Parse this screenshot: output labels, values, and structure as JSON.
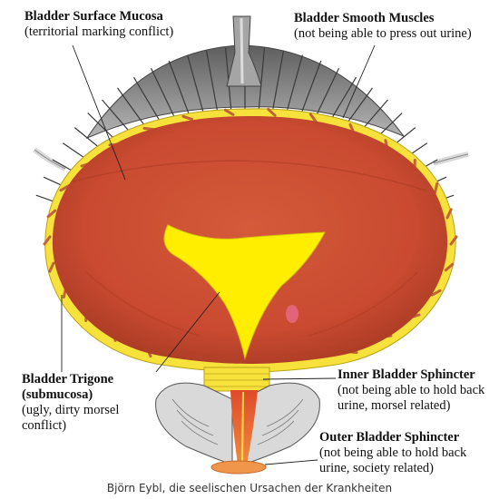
{
  "labels": {
    "surface_mucosa": {
      "title": "Bladder Surface Mucosa",
      "desc": "(territorial marking conflict)"
    },
    "smooth_muscles": {
      "title": "Bladder Smooth Muscles",
      "desc": "(not being able to press out urine)"
    },
    "trigone": {
      "title": "Bladder Trigone (submucosa)",
      "desc": "(ugly, dirty morsel conflict)"
    },
    "inner_sphincter": {
      "title": "Inner Bladder Sphincter",
      "desc": "(not being able to hold back urine, morsel related)"
    },
    "outer_sphincter": {
      "title": "Outer Bladder Sphincter",
      "desc": "(not being able to hold back urine, society related)"
    }
  },
  "caption": "Björn Eybl, die seelischen Ursachen der Krankheiten",
  "colors": {
    "mucosa": "#cf4e32",
    "mucosa_dark": "#b63f28",
    "wall_yellow": "#f6e23a",
    "trigone_yellow": "#ffee00",
    "muscle_gray": "#8a8a8a",
    "stripe": "#c0623a",
    "outer_sphincter": "#f0964a"
  }
}
